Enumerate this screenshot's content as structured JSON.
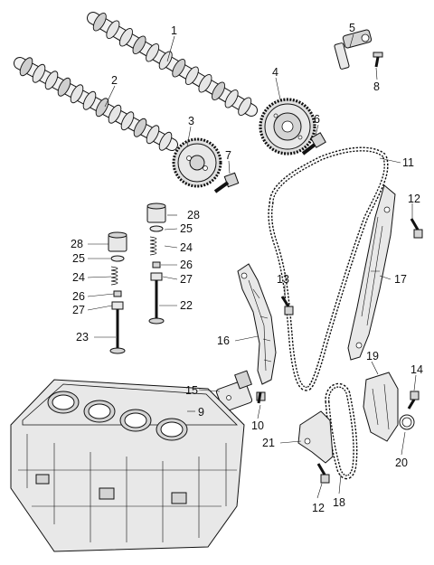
{
  "labels": {
    "p1": "1",
    "p2": "2",
    "p3": "3",
    "p4": "4",
    "p5": "5",
    "p6": "6",
    "p7": "7",
    "p8": "8",
    "p9": "9",
    "p10": "10",
    "p11": "11",
    "p12a": "12",
    "p12b": "12",
    "p13": "13",
    "p14": "14",
    "p15": "15",
    "p16": "16",
    "p17": "17",
    "p18": "18",
    "p19": "19",
    "p20": "20",
    "p21": "21",
    "p22": "22",
    "p23": "23",
    "p24a": "24",
    "p24b": "24",
    "p25a": "25",
    "p25b": "25",
    "p26a": "26",
    "p26b": "26",
    "p27a": "27",
    "p27b": "27",
    "p28a": "28",
    "p28b": "28"
  }
}
